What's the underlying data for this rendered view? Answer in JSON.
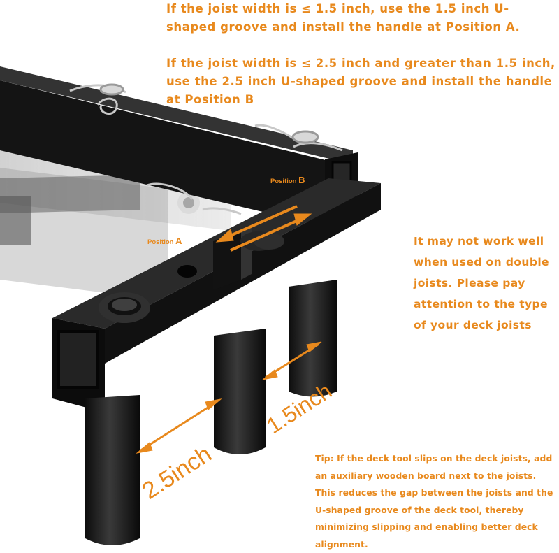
{
  "heading_a": "If the joist width is ≤ 1.5 inch, use the 1.5 inch U-shaped groove and install the handle at Position A.",
  "heading_b": "If the joist width is ≤ 2.5 inch and greater than 1.5 inch, use the 2.5 inch U-shaped groove and install the handle at Position B",
  "position_b": {
    "prefix": "Position",
    "letter": "B"
  },
  "position_a": {
    "prefix": "Position",
    "letter": "A"
  },
  "side_note_lines": [
    "It may not work well",
    "when used on double",
    "joists. Please pay",
    "attention to the type",
    "of your deck joists"
  ],
  "dim_25": "2.5inch",
  "dim_15": "1.5inch",
  "tip_lines": [
    "Tip: If the deck tool slips on the deck joists, add",
    "an auxiliary wooden board next to the joists.",
    "This reduces the gap between the joists and the",
    "U-shaped groove of the deck tool, thereby",
    "minimizing slipping and enabling better deck",
    "alignment."
  ],
  "colors": {
    "accent": "#e8891d",
    "metal": "#141414"
  }
}
